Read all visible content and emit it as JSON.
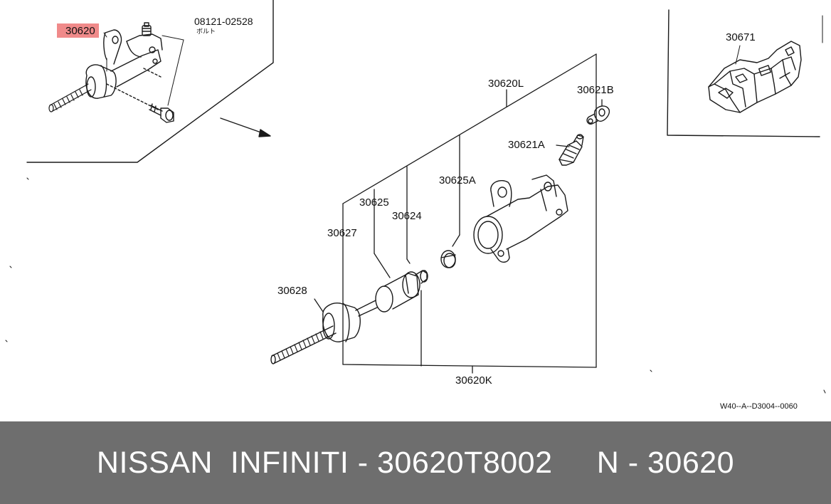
{
  "labels": {
    "part_main_highlighted": "30620",
    "bolt_number": "08121-02528",
    "bolt_name": "ボルト",
    "bracket": "30671",
    "kit_l": "30620L",
    "kit_k": "30620K",
    "bleeder_cap": "30621B",
    "bleeder_screw": "30621A",
    "ring": "30625A",
    "boot_seal": "30625",
    "piston": "30624",
    "push_rod_boot": "30627",
    "push_rod": "30628",
    "drawing_code": "W40--A--D3004--0060"
  },
  "footer": {
    "text": "NISSAN  INFINITI - 30620T8002     N - 30620"
  },
  "colors": {
    "highlight": "#f08a8a",
    "footer_bg": "#6e6e6e",
    "footer_text": "#ffffff"
  }
}
